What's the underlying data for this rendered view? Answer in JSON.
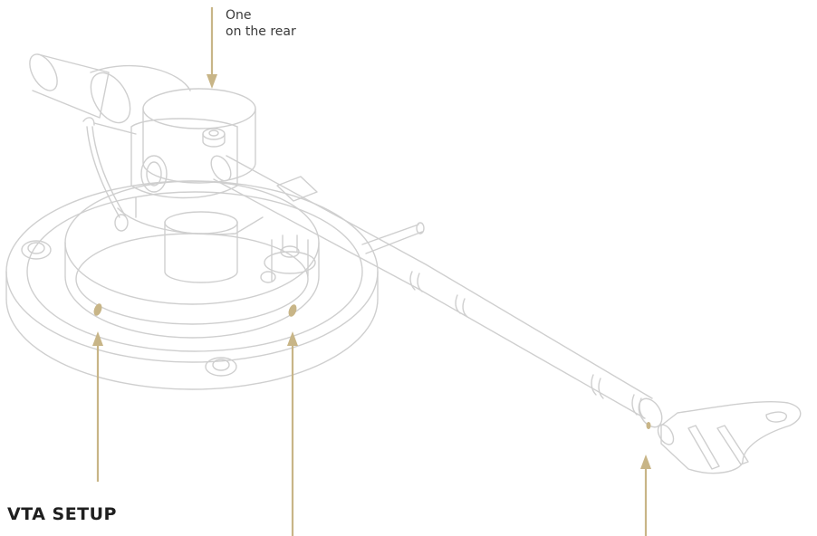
{
  "annotations": {
    "rear_line1": "One",
    "rear_line2": "on the rear"
  },
  "title": "VTA SETUP",
  "colors": {
    "outline": "#cfcfcf",
    "accent": "#c8b587",
    "text": "#3a3a3a",
    "background": "#ffffff"
  }
}
